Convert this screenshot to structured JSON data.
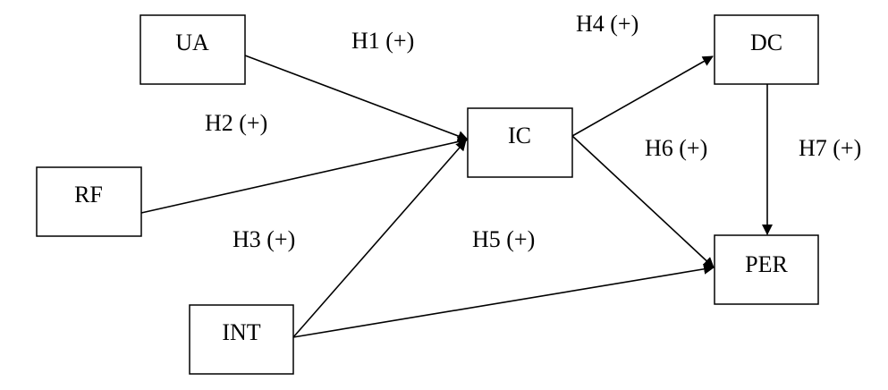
{
  "diagram": {
    "nodes": [
      {
        "id": "UA",
        "label": "UA"
      },
      {
        "id": "RF",
        "label": "RF"
      },
      {
        "id": "INT",
        "label": "INT"
      },
      {
        "id": "IC",
        "label": "IC"
      },
      {
        "id": "DC",
        "label": "DC"
      },
      {
        "id": "PER",
        "label": "PER"
      }
    ],
    "edges": [
      {
        "id": "h1",
        "from": "UA",
        "to": "IC",
        "label": "H1 (+)"
      },
      {
        "id": "h2",
        "from": "RF",
        "to": "IC",
        "label": "H2 (+)"
      },
      {
        "id": "h3",
        "from": "INT",
        "to": "IC",
        "label": "H3 (+)"
      },
      {
        "id": "h4",
        "from": "IC",
        "to": "DC",
        "label": "H4 (+)"
      },
      {
        "id": "h5",
        "from": "INT",
        "to": "PER",
        "label": "H5 (+)"
      },
      {
        "id": "h6",
        "from": "IC",
        "to": "PER",
        "label": "H6 (+)"
      },
      {
        "id": "h7",
        "from": "DC",
        "to": "PER",
        "label": "H7 (+)"
      }
    ],
    "colors": {
      "stroke": "#000000",
      "fill": "#ffffff"
    }
  }
}
